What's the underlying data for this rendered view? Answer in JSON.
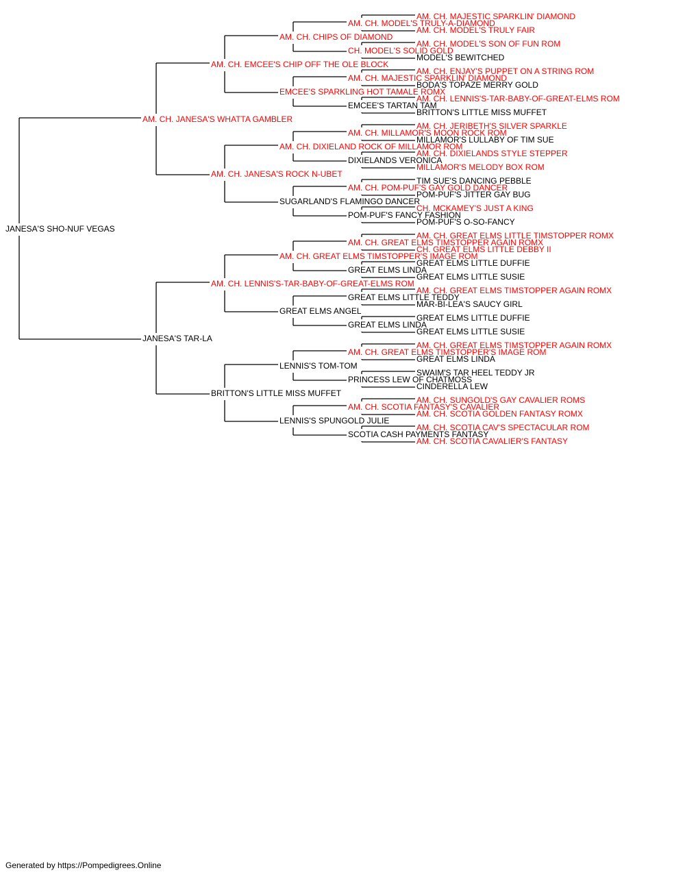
{
  "colors": {
    "champion": "#ff0000",
    "normal": "#000000",
    "line": "#000000"
  },
  "footer": "Generated by https://Pompedigrees.Online",
  "pedigree": {
    "name": "JANESA'S SHO-NUF VEGAS",
    "champion": false,
    "sire": {
      "name": "AM. CH. JANESA'S WHATTA GAMBLER",
      "champion": true,
      "sire": {
        "name": "AM. CH. EMCEE'S CHIP OFF THE OLE BLOCK",
        "champion": true,
        "sire": {
          "name": "AM. CH. CHIPS OF DIAMOND",
          "champion": true,
          "sire": {
            "name": "AM. CH. MODEL'S TRULY-A-DIAMOND",
            "champion": true,
            "sire": {
              "name": "AM. CH. MAJESTIC SPARKLIN' DIAMOND",
              "champion": true
            },
            "dam": {
              "name": "AM. CH. MODEL'S TRULY FAIR",
              "champion": true
            }
          },
          "dam": {
            "name": "CH. MODEL'S SOLID GOLD",
            "champion": true,
            "sire": {
              "name": "AM. CH. MODEL'S SON OF FUN ROM",
              "champion": true
            },
            "dam": {
              "name": "MODEL'S BEWITCHED",
              "champion": false
            }
          }
        },
        "dam": {
          "name": "EMCEE'S SPARKLING HOT TAMALE ROMX",
          "champion": true,
          "sire": {
            "name": "AM. CH. MAJESTIC SPARKLIN' DIAMOND",
            "champion": true,
            "sire": {
              "name": "AM. CH. ENJAY'S PUPPET ON A STRING ROM",
              "champion": true
            },
            "dam": {
              "name": "BODA'S TOPAZE MERRY GOLD",
              "champion": false
            }
          },
          "dam": {
            "name": "EMCEE'S TARTAN TAM",
            "champion": false,
            "sire": {
              "name": "AM. CH. LENNIS'S-TAR-BABY-OF-GREAT-ELMS ROM",
              "champion": true
            },
            "dam": {
              "name": "BRITTON'S LITTLE MISS MUFFET",
              "champion": false
            }
          }
        }
      },
      "dam": {
        "name": "AM. CH. JANESA'S ROCK N-UBET",
        "champion": true,
        "sire": {
          "name": "AM. CH. DIXIELAND ROCK OF MILLAMOR ROM",
          "champion": true,
          "sire": {
            "name": "AM. CH. MILLAMOR'S MOON ROCK ROM",
            "champion": true,
            "sire": {
              "name": "AM. CH. JERIBETH'S SILVER SPARKLE",
              "champion": true
            },
            "dam": {
              "name": "MILLAMOR'S LULLABY OF TIM SUE",
              "champion": false
            }
          },
          "dam": {
            "name": "DIXIELANDS VERONICA",
            "champion": false,
            "sire": {
              "name": "AM. CH. DIXIELANDS STYLE STEPPER",
              "champion": true
            },
            "dam": {
              "name": "MILLAMOR'S MELODY BOX ROM",
              "champion": true
            }
          }
        },
        "dam": {
          "name": "SUGARLAND'S FLAMINGO DANCER",
          "champion": false,
          "sire": {
            "name": "AM. CH. POM-PUF'S GAY GOLD DANCER",
            "champion": true,
            "sire": {
              "name": "TIM SUE'S DANCING PEBBLE",
              "champion": false
            },
            "dam": {
              "name": "POM-PUF'S JITTER GAY BUG",
              "champion": false
            }
          },
          "dam": {
            "name": "POM-PUF'S FANCY FASHION",
            "champion": false,
            "sire": {
              "name": "CH. MCKAMEY'S JUST A KING",
              "champion": true
            },
            "dam": {
              "name": "POM-PUF'S O-SO-FANCY",
              "champion": false
            }
          }
        }
      }
    },
    "dam": {
      "name": "JANESA'S TAR-LA",
      "champion": false,
      "sire": {
        "name": "AM. CH. LENNIS'S-TAR-BABY-OF-GREAT-ELMS ROM",
        "champion": true,
        "sire": {
          "name": "AM. CH. GREAT ELMS TIMSTOPPER'S IMAGE ROM",
          "champion": true,
          "sire": {
            "name": "AM. CH. GREAT ELMS TIMSTOPPER AGAIN ROMX",
            "champion": true,
            "sire": {
              "name": "AM. CH. GREAT ELMS LITTLE TIMSTOPPER ROMX",
              "champion": true
            },
            "dam": {
              "name": "CH. GREAT ELMS LITTLE DEBBY II",
              "champion": true
            }
          },
          "dam": {
            "name": "GREAT ELMS LINDA",
            "champion": false,
            "sire": {
              "name": "GREAT ELMS LITTLE DUFFIE",
              "champion": false
            },
            "dam": {
              "name": "GREAT ELMS LITTLE SUSIE",
              "champion": false
            }
          }
        },
        "dam": {
          "name": "GREAT ELMS ANGEL",
          "champion": false,
          "sire": {
            "name": "GREAT ELMS LITTLE TEDDY",
            "champion": false,
            "sire": {
              "name": "AM. CH. GREAT ELMS TIMSTOPPER AGAIN ROMX",
              "champion": true
            },
            "dam": {
              "name": "MAR-BI-LEA'S SAUCY GIRL",
              "champion": false
            }
          },
          "dam": {
            "name": "GREAT ELMS LINDA",
            "champion": false,
            "sire": {
              "name": "GREAT ELMS LITTLE DUFFIE",
              "champion": false
            },
            "dam": {
              "name": "GREAT ELMS LITTLE SUSIE",
              "champion": false
            }
          }
        }
      },
      "dam": {
        "name": "BRITTON'S LITTLE MISS MUFFET",
        "champion": false,
        "sire": {
          "name": "LENNIS'S TOM-TOM",
          "champion": false,
          "sire": {
            "name": "AM. CH. GREAT ELMS TIMSTOPPER'S IMAGE ROM",
            "champion": true,
            "sire": {
              "name": "AM. CH. GREAT ELMS TIMSTOPPER AGAIN ROMX",
              "champion": true
            },
            "dam": {
              "name": "GREAT ELMS LINDA",
              "champion": false
            }
          },
          "dam": {
            "name": "PRINCESS LEW OF CHATMOSS",
            "champion": false,
            "sire": {
              "name": "SWAIM'S TAR HEEL TEDDY JR",
              "champion": false
            },
            "dam": {
              "name": "CINDERELLA LEW",
              "champion": false
            }
          }
        },
        "dam": {
          "name": "LENNIS'S SPUNGOLD JULIE",
          "champion": false,
          "sire": {
            "name": "AM. CH. SCOTIA FANTASY'S CAVALIER",
            "champion": true,
            "sire": {
              "name": "AM. CH. SUNGOLD'S GAY CAVALIER ROMS",
              "champion": true
            },
            "dam": {
              "name": "AM. CH. SCOTIA GOLDEN FANTASY ROMX",
              "champion": true
            }
          },
          "dam": {
            "name": "SCOTIA CASH PAYMENTS FANTASY",
            "champion": false,
            "sire": {
              "name": "AM. CH. SCOTIA CAV'S SPECTACULAR ROM",
              "champion": true
            },
            "dam": {
              "name": "AM. CH. SCOTIA CAVALIER'S FANTASY",
              "champion": true
            }
          }
        }
      }
    }
  }
}
